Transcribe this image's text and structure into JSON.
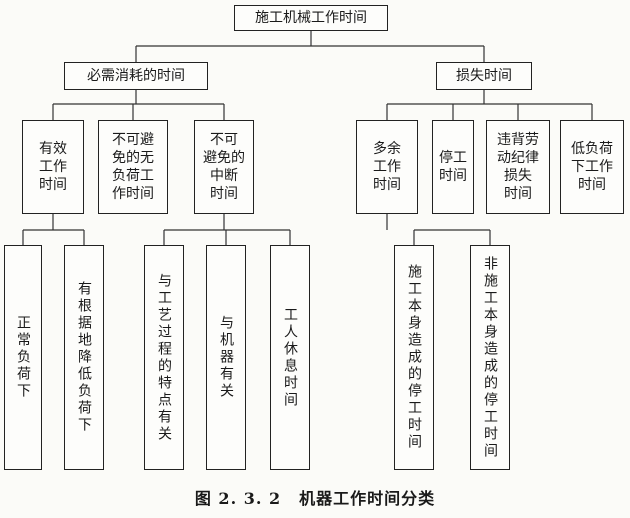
{
  "root": "施工机械工作时间",
  "branches": [
    {
      "label": "必需消耗的时间",
      "children": [
        {
          "label": "有效工作时间",
          "lines": [
            "有效",
            "工作",
            "时间"
          ],
          "leaves": [
            "正常负荷下",
            "有根据地降低负荷下"
          ]
        },
        {
          "label": "不可避免的无负荷工作时间",
          "lines": [
            "不可避",
            "免的无",
            "负荷工",
            "作时间"
          ],
          "leaves": []
        },
        {
          "label": "不可避免的中断时间",
          "lines": [
            "不可",
            "避免的",
            "中断",
            "时间"
          ],
          "leaves": [
            "与工艺过程的特点有关",
            "与机器有关",
            "工人休息时间"
          ]
        }
      ]
    },
    {
      "label": "损失时间",
      "children": [
        {
          "label": "多余工作时间",
          "lines": [
            "多余",
            "工作",
            "时间"
          ],
          "leaves": [
            "施工本身造成的停工时间",
            "非施工本身造成的停工时间"
          ]
        },
        {
          "label": "停工时间",
          "lines": [
            "停工",
            "时间"
          ],
          "leaves": []
        },
        {
          "label": "违背劳动纪律损失时间",
          "lines": [
            "违背劳",
            "动纪律",
            "损失",
            "时间"
          ],
          "leaves": []
        },
        {
          "label": "低负荷下工作时间",
          "lines": [
            "低负荷",
            "下工作",
            "时间"
          ],
          "leaves": []
        }
      ]
    }
  ],
  "caption": {
    "number": "图 2. 3. 2",
    "title": "机器工作时间分类"
  }
}
